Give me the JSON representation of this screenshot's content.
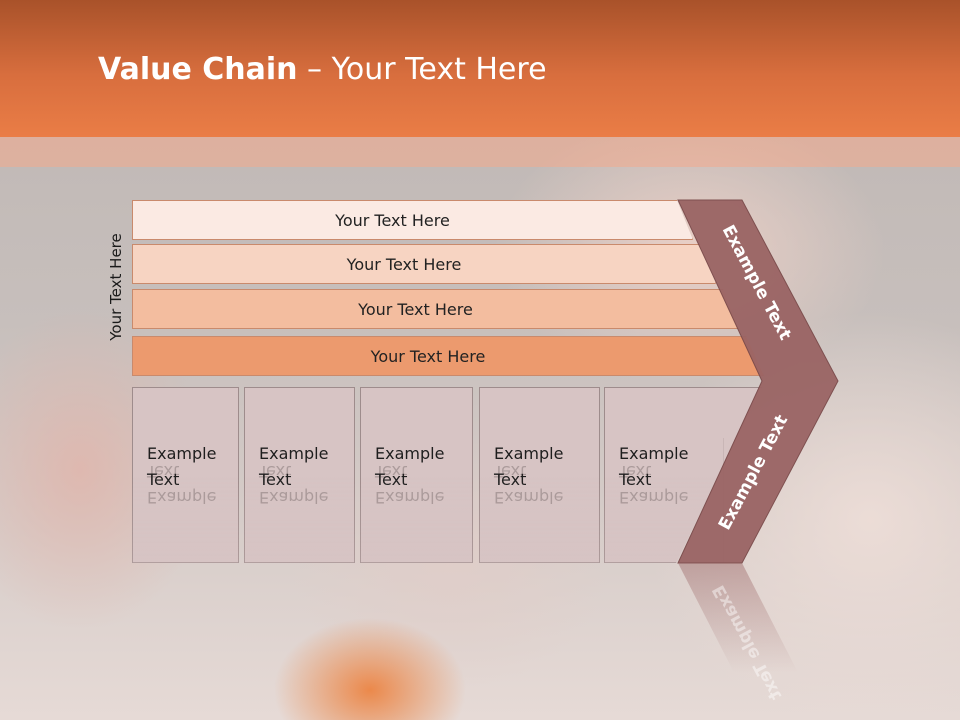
{
  "slide": {
    "title_bold": "Value Chain",
    "title_rest": " – Your Text Here",
    "side_label": "Your Text Here"
  },
  "bars": [
    {
      "label": "Your Text Here",
      "color": "#fbeae3"
    },
    {
      "label": "Your Text Here",
      "color": "#f7d4c2"
    },
    {
      "label": "Your Text Here",
      "color": "#f3bd9f"
    },
    {
      "label": "Your Text Here",
      "color": "#ec9a6e"
    }
  ],
  "boxes": [
    {
      "line1": "Example",
      "line2": "Text"
    },
    {
      "line1": "Example",
      "line2": "Text"
    },
    {
      "line1": "Example",
      "line2": "Text"
    },
    {
      "line1": "Example",
      "line2": "Text"
    },
    {
      "line1": "Example",
      "line2": "Text"
    }
  ],
  "chevron": {
    "upper_label": "Example Text",
    "lower_label": "Example Text",
    "color": "#9a6464"
  }
}
